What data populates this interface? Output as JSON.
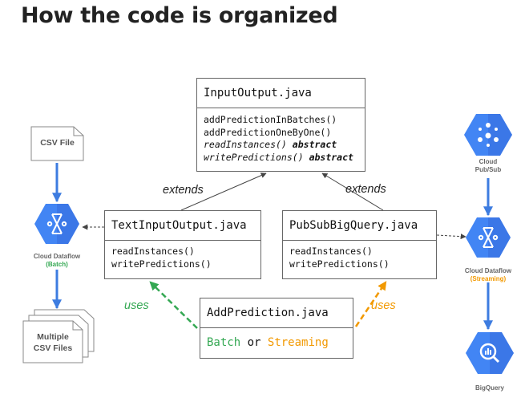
{
  "title": "How the code is organized",
  "classes": {
    "input_output": {
      "name": "InputOutput.java",
      "methods": [
        "addPredictionInBatches()",
        "addPredictionOneByOne()"
      ],
      "abstract_methods": [
        "readInstances()",
        "writePredictions()"
      ],
      "abstract_keyword": "abstract"
    },
    "text_input_output": {
      "name": "TextInputOutput.java",
      "methods": [
        "readInstances()",
        "writePredictions()"
      ]
    },
    "pubsub_bigquery": {
      "name": "PubSubBigQuery.java",
      "methods": [
        "readInstances()",
        "writePredictions()"
      ]
    },
    "add_prediction": {
      "name": "AddPrediction.java",
      "batch": "Batch",
      "or": "or",
      "streaming": "Streaming"
    }
  },
  "relations": {
    "extends_label": "extends",
    "uses_label": "uses"
  },
  "services": {
    "csv_file": "CSV File",
    "cloud_dataflow_batch": {
      "name": "Cloud Dataflow",
      "mode": "(Batch)"
    },
    "multiple_csv": [
      "Multiple",
      "CSV Files"
    ],
    "cloud_pubsub": [
      "Cloud",
      "Pub/Sub"
    ],
    "cloud_dataflow_streaming": {
      "name": "Cloud Dataflow",
      "mode": "(Streaming)"
    },
    "bigquery": "BigQuery"
  },
  "colors": {
    "batch_green": "#34a853",
    "streaming_orange": "#f29900",
    "gcp_blue": "#4285f4",
    "gcp_blue_dark": "#3367d6",
    "arrow_blue": "#3d7ce0"
  },
  "icons": {
    "dataflow": "dataflow-icon",
    "pubsub": "pubsub-icon",
    "bigquery": "bigquery-icon",
    "document": "document-icon"
  }
}
